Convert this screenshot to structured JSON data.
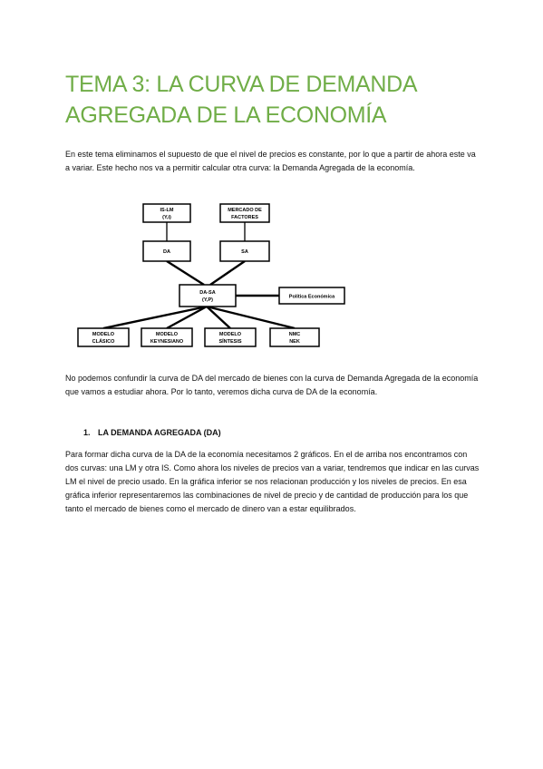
{
  "document": {
    "title_line1": "TEMA 3: LA CURVA DE DEMANDA",
    "title_line2": "AGREGADA DE LA ECONOMÍA",
    "intro_paragraph": "En este tema eliminamos el supuesto de que el nivel de precios es constante, por lo que a partir de ahora este va a variar. Este hecho nos va a permitir calcular otra curva: la Demanda Agregada de la economía.",
    "confusion_paragraph": "No podemos confundir la curva de DA del mercado de bienes con la curva de Demanda Agregada de la economía que vamos a estudiar ahora. Por lo tanto, veremos dicha curva de DA de la economía.",
    "section": {
      "number": "1.",
      "heading": "LA DEMANDA AGREGADA (DA)",
      "paragraph": "Para formar dicha curva de la DA de la economía necesitamos 2 gráficos. En el de arriba nos encontramos con dos curvas: una LM y otra IS. Como ahora los niveles de precios van a variar, tendremos que indicar en las curvas LM el nivel de precio usado. En la gráfica inferior se nos relacionan producción y los niveles de precios. En esa gráfica inferior representaremos las combinaciones de nivel de precio y de cantidad de producción para los que tanto el mercado de bienes como el mercado de dinero van a estar equilibrados."
    }
  },
  "diagram": {
    "is_lm": {
      "line1": "IS-LM",
      "line2": "(Y,i)"
    },
    "mercado_factores": {
      "line1": "MERCADO DE",
      "line2": "FACTORES"
    },
    "da": {
      "label": "DA"
    },
    "sa": {
      "label": "SA"
    },
    "da_sa": {
      "line1": "DA-SA",
      "line2": "(Y,P)"
    },
    "politica": {
      "label": "Política Económica"
    },
    "modelo_clasico": {
      "line1": "MODELO",
      "line2": "CLÁSICO"
    },
    "modelo_keynesiano": {
      "line1": "MODELO",
      "line2": "KEYNESIANO"
    },
    "modelo_sintesis": {
      "line1": "MODELO",
      "line2": "SÍNTESIS"
    },
    "nmc_nek": {
      "line1": "NMC",
      "line2": "NEK"
    }
  }
}
